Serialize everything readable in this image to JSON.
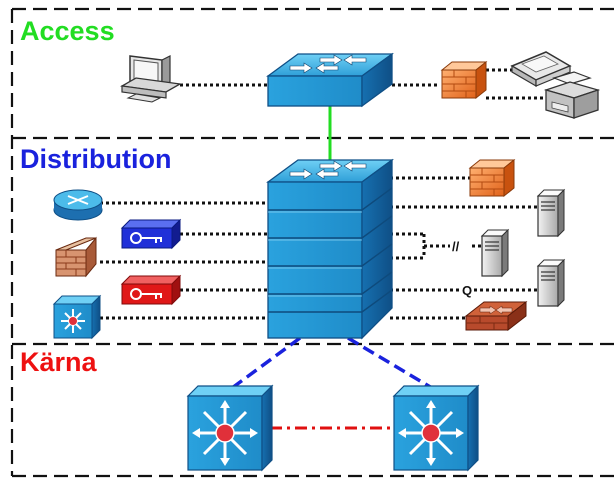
{
  "layers": {
    "access": {
      "label": "Access",
      "color": "#22dd22"
    },
    "distribution": {
      "label": "Distribution",
      "color": "#1a22dd"
    },
    "core": {
      "label": "Kärna",
      "color": "#ee1111"
    }
  },
  "link_markers": {
    "parallel": "//",
    "qos": "Q"
  },
  "colors": {
    "switch_top": "#3aaee2",
    "switch_side": "#1a6fb0",
    "firewall": "#f0883a",
    "router_brick": "#b84a2c",
    "red_link": "#e01010",
    "blue_link": "#1a22dd",
    "green_link": "#22dd22"
  },
  "icons": [
    "workstation-icon",
    "access-switch-icon",
    "firewall-icon",
    "scanner-icon",
    "printer-icon",
    "router-icon",
    "blue-key-icon",
    "brick-firewall-icon",
    "red-key-icon",
    "layer3-switch-icon",
    "stacked-distribution-switch-icon",
    "server-icon",
    "router-firewall-icon",
    "core-switch-icon"
  ]
}
